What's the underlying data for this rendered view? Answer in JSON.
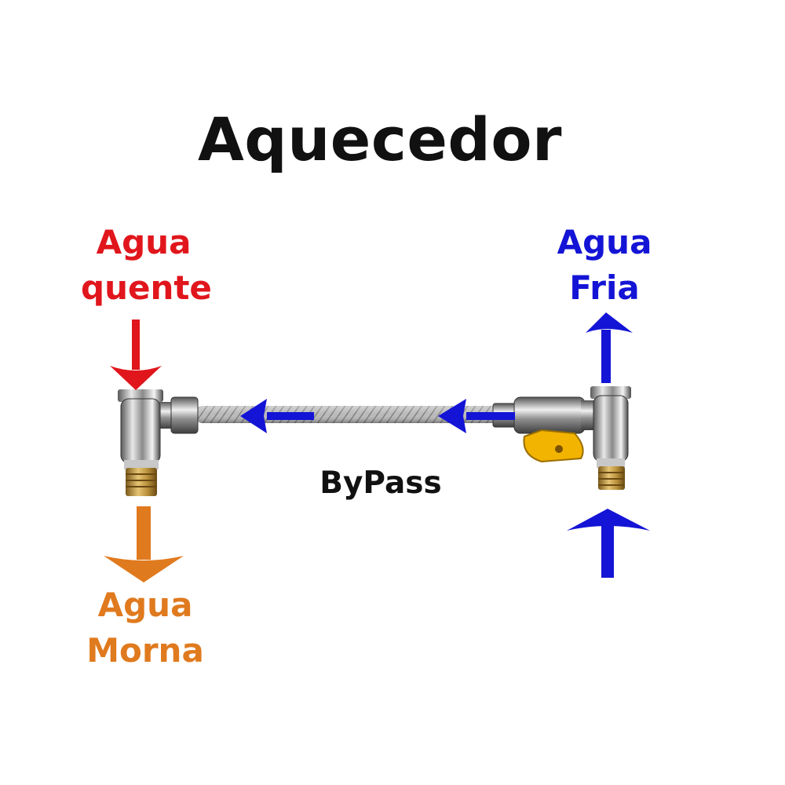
{
  "title": "Aquecedor",
  "labels": {
    "hot_line1": "Agua",
    "hot_line2": "quente",
    "cold_line1": "Agua",
    "cold_line2": "Fria",
    "warm_line1": "Agua",
    "warm_line2": "Morna",
    "bypass": "ByPass"
  },
  "colors": {
    "hot": "#e0161c",
    "cold": "#1414d6",
    "warm": "#e07a1e",
    "text": "#111111",
    "brass": "#c8a04a",
    "valve_handle": "#f2b400"
  },
  "icons": {
    "hot_inlet": "arrow-down-icon",
    "warm_outlet": "arrow-down-icon",
    "cold_outlet": "arrow-up-icon",
    "cold_inlet": "arrow-up-icon",
    "flow": "arrow-left-icon"
  }
}
